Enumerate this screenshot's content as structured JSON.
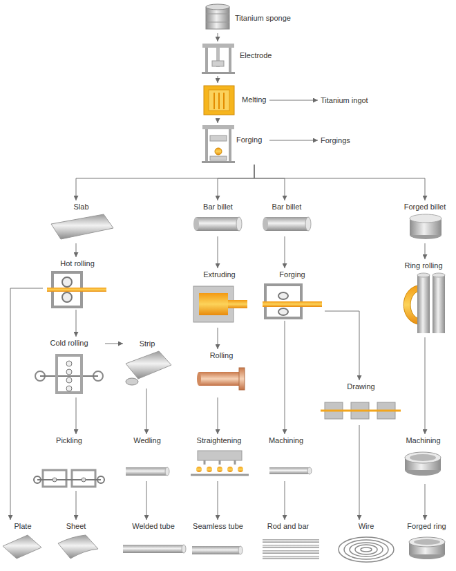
{
  "diagram": {
    "nodes": [
      {
        "text": [
          "Titanium sponge"
        ]
      },
      {
        "text": [
          "Electrode"
        ]
      },
      {
        "text": [
          "Melting"
        ]
      },
      {
        "text": [
          "Titanium ingot"
        ]
      },
      {
        "text": [
          "Forging"
        ]
      },
      {
        "text": [
          "Forgings"
        ]
      },
      {
        "text": [
          "Slab"
        ]
      },
      {
        "text": [
          "Bar billet"
        ]
      },
      {
        "text": [
          "Bar billet"
        ]
      },
      {
        "text": [
          "Forged billet"
        ]
      },
      {
        "text": [
          "Hot rolling"
        ]
      },
      {
        "text": [
          "Extruding"
        ]
      },
      {
        "text": [
          "Forging"
        ]
      },
      {
        "text": [
          "Ring rolling"
        ]
      },
      {
        "text": [
          "Cold rolling"
        ]
      },
      {
        "text": [
          "Strip"
        ]
      },
      {
        "text": [
          "Rolling"
        ]
      },
      {
        "text": [
          "Drawing"
        ]
      },
      {
        "text": [
          "Pickling"
        ]
      },
      {
        "text": [
          "Wedling"
        ]
      },
      {
        "text": [
          "Straightening"
        ]
      },
      {
        "text": [
          "Machining"
        ]
      },
      {
        "text": [
          "Machining"
        ]
      },
      {
        "text": [
          "Plate"
        ]
      },
      {
        "text": [
          "Sheet"
        ]
      },
      {
        "text": [
          "Welded tube"
        ]
      },
      {
        "text": [
          "Seamless tube"
        ]
      },
      {
        "text": [
          "Rod and bar"
        ]
      },
      {
        "text": [
          "Wire"
        ]
      },
      {
        "text": [
          "Forged ring"
        ]
      }
    ],
    "edges": [
      {
        "from": 0,
        "to": 1,
        "arrow": "to"
      },
      {
        "from": 1,
        "to": 2,
        "arrow": "to"
      },
      {
        "from": 2,
        "to": 3,
        "arrow": "to"
      },
      {
        "from": 2,
        "to": 4,
        "arrow": "to"
      },
      {
        "from": 4,
        "to": 5,
        "arrow": "to"
      },
      {
        "from": 4,
        "to": 6,
        "arrow": "to"
      },
      {
        "from": 4,
        "to": 7,
        "arrow": "to"
      },
      {
        "from": 4,
        "to": 8,
        "arrow": "to"
      },
      {
        "from": 4,
        "to": 9,
        "arrow": "to"
      },
      {
        "from": 6,
        "to": 10,
        "arrow": "to"
      },
      {
        "from": 10,
        "to": 23,
        "arrow": "to"
      },
      {
        "from": 10,
        "to": 14,
        "arrow": "to"
      },
      {
        "from": 14,
        "to": 15,
        "arrow": "to"
      },
      {
        "from": 14,
        "to": 18,
        "arrow": "to"
      },
      {
        "from": 18,
        "to": 24,
        "arrow": "to"
      },
      {
        "from": 15,
        "to": 19,
        "arrow": "to"
      },
      {
        "from": 19,
        "to": 25,
        "arrow": "to"
      },
      {
        "from": 7,
        "to": 11,
        "arrow": "to"
      },
      {
        "from": 11,
        "to": 16,
        "arrow": "to"
      },
      {
        "from": 16,
        "to": 20,
        "arrow": "to"
      },
      {
        "from": 20,
        "to": 26,
        "arrow": "to"
      },
      {
        "from": 8,
        "to": 12,
        "arrow": "to"
      },
      {
        "from": 12,
        "to": 21,
        "arrow": "to"
      },
      {
        "from": 12,
        "to": 17,
        "arrow": "to"
      },
      {
        "from": 21,
        "to": 27,
        "arrow": "to"
      },
      {
        "from": 17,
        "to": 28,
        "arrow": "to"
      },
      {
        "from": 9,
        "to": 13,
        "arrow": "to"
      },
      {
        "from": 13,
        "to": 22,
        "arrow": "to"
      },
      {
        "from": 22,
        "to": 29,
        "arrow": "to"
      }
    ]
  }
}
